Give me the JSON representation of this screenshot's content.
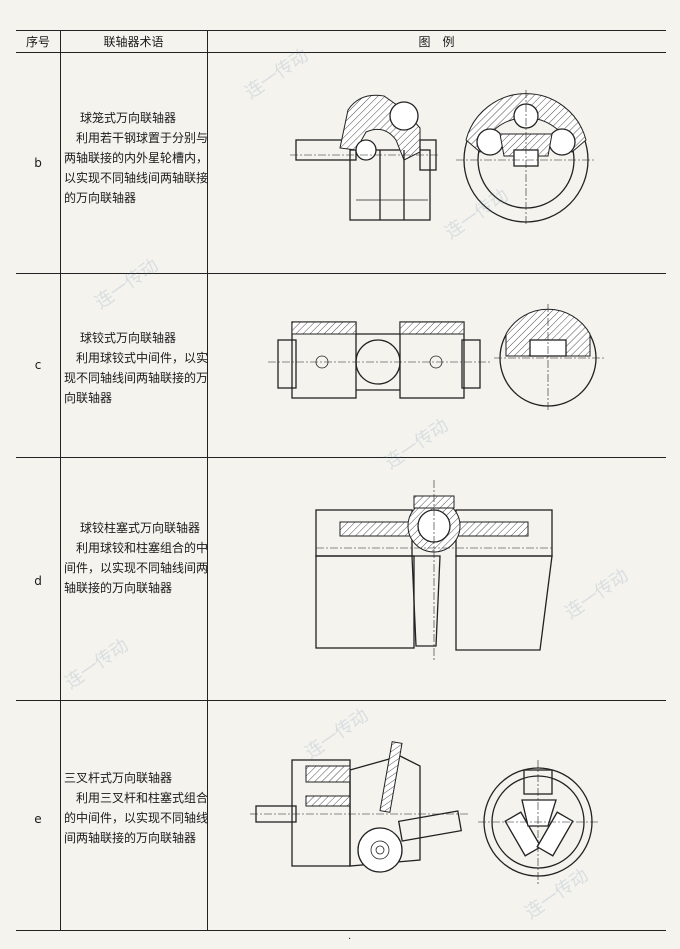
{
  "header": {
    "col_seq": "序号",
    "col_term": "联轴器术语",
    "col_fig": "图　例"
  },
  "rows": [
    {
      "seq": "b",
      "title": "球笼式万向联轴器",
      "body": "利用若干钢球置于分别与两轴联接的内外星轮槽内，以实现不同轴线间两轴联接的万向联轴器"
    },
    {
      "seq": "c",
      "title": "球铰式万向联轴器",
      "body": "利用球铰式中间件，以实现不同轴线间两轴联接的万向联轴器"
    },
    {
      "seq": "d",
      "title": "球铰柱塞式万向联轴器",
      "body": "利用球铰和柱塞组合的中间件，以实现不同轴线间两轴联接的万向联轴器"
    },
    {
      "seq": "e",
      "title": "三叉杆式万向联轴器",
      "body": "利用三叉杆和柱塞式组合的中间件，以实现不同轴线间两轴联接的万向联轴器"
    }
  ],
  "watermark": "连一传动",
  "footer_mark": "·"
}
